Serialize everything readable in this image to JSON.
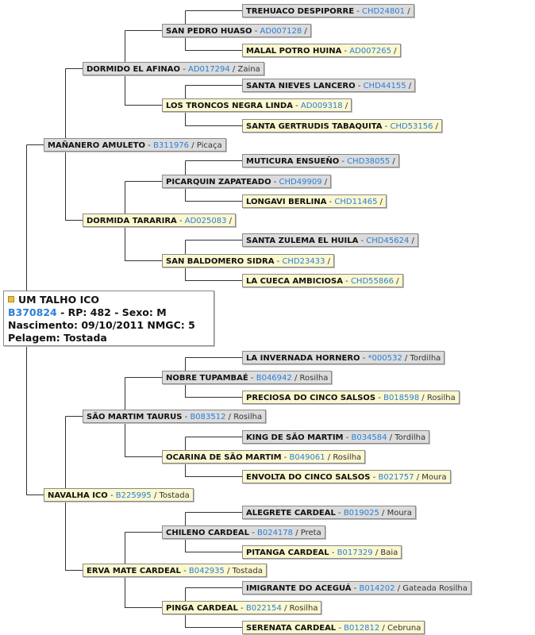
{
  "subject": {
    "name": "UM TALHO ICO",
    "registry": "B370824",
    "rp_label": "- RP: 482 - Sexo: M",
    "birth_line": "Nascimento: 09/10/2011 NMGC: 5",
    "coat_line": "Pelagem: Tostada"
  },
  "pedigree": {
    "sire": {
      "name": "MAÑANERO AMULETO",
      "reg": "B311976",
      "extra": "Picaça"
    },
    "dam": {
      "name": "NAVALHA ICO",
      "reg": "B225995",
      "extra": "Tostada"
    },
    "sire_sire": {
      "name": "DORMIDO EL AFINAO",
      "reg": "AD017294",
      "extra": "Zaina"
    },
    "sire_dam": {
      "name": "DORMIDA TARARIRA",
      "reg": "AD025083",
      "extra": ""
    },
    "dam_sire": {
      "name": "SÃO MARTIM TAURUS",
      "reg": "B083512",
      "extra": "Rosilha"
    },
    "dam_dam": {
      "name": "ERVA MATE CARDEAL",
      "reg": "B042935",
      "extra": "Tostada"
    },
    "ss_sire": {
      "name": "SAN PEDRO HUASO",
      "reg": "AD007128",
      "extra": ""
    },
    "ss_dam": {
      "name": "LOS TRONCOS NEGRA LINDA",
      "reg": "AD009318",
      "extra": ""
    },
    "sd_sire": {
      "name": "PICARQUIN ZAPATEADO",
      "reg": "CHD49909",
      "extra": ""
    },
    "sd_dam": {
      "name": "SAN BALDOMERO SIDRA",
      "reg": "CHD23433",
      "extra": ""
    },
    "ds_sire": {
      "name": "NOBRE TUPAMBAÉ",
      "reg": "B046942",
      "extra": "Rosilha"
    },
    "ds_dam": {
      "name": "OCARINA DE SÃO MARTIM",
      "reg": "B049061",
      "extra": "Rosilha"
    },
    "dd_sire": {
      "name": "CHILENO CARDEAL",
      "reg": "B024178",
      "extra": "Preta"
    },
    "dd_dam": {
      "name": "PINGA CARDEAL",
      "reg": "B022154",
      "extra": "Rosilha"
    },
    "g4_1": {
      "name": "TREHUACO DESPIPORRE",
      "reg": "CHD24801",
      "extra": ""
    },
    "g4_2": {
      "name": "MALAL POTRO HUINA",
      "reg": "AD007265",
      "extra": ""
    },
    "g4_3": {
      "name": "SANTA NIEVES LANCERO",
      "reg": "CHD44155",
      "extra": ""
    },
    "g4_4": {
      "name": "SANTA GERTRUDIS TABAQUITA",
      "reg": "CHD53156",
      "extra": ""
    },
    "g4_5": {
      "name": "MUTICURA ENSUEÑO",
      "reg": "CHD38055",
      "extra": ""
    },
    "g4_6": {
      "name": "LONGAVI BERLINA",
      "reg": "CHD11465",
      "extra": ""
    },
    "g4_7": {
      "name": "SANTA ZULEMA EL HUILA",
      "reg": "CHD45624",
      "extra": ""
    },
    "g4_8": {
      "name": "LA CUECA AMBICIOSA",
      "reg": "CHD55866",
      "extra": ""
    },
    "g4_9": {
      "name": "LA INVERNADA HORNERO",
      "reg": "*000532",
      "extra": "Tordilha"
    },
    "g4_10": {
      "name": "PRECIOSA DO CINCO SALSOS",
      "reg": "B018598",
      "extra": "Rosilha"
    },
    "g4_11": {
      "name": "KING DE SÃO MARTIM",
      "reg": "B034584",
      "extra": "Tordilha"
    },
    "g4_12": {
      "name": "ENVOLTA DO CINCO SALSOS",
      "reg": "B021757",
      "extra": "Moura"
    },
    "g4_13": {
      "name": "ALEGRETE CARDEAL",
      "reg": "B019025",
      "extra": "Moura"
    },
    "g4_14": {
      "name": "PITANGA CARDEAL",
      "reg": "B017329",
      "extra": "Baia"
    },
    "g4_15": {
      "name": "IMIGRANTE DO ACEGUÁ",
      "reg": "B014202",
      "extra": "Gateada Rosilha"
    },
    "g4_16": {
      "name": "SERENATA CARDEAL",
      "reg": "B012812",
      "extra": "Cebruna"
    }
  },
  "separators": {
    "dash": " - ",
    "slash": " / "
  },
  "colors": {
    "male_bg": "#dcdcdc",
    "female_bg": "#fbf7cf",
    "link": "#2a7fd8"
  }
}
